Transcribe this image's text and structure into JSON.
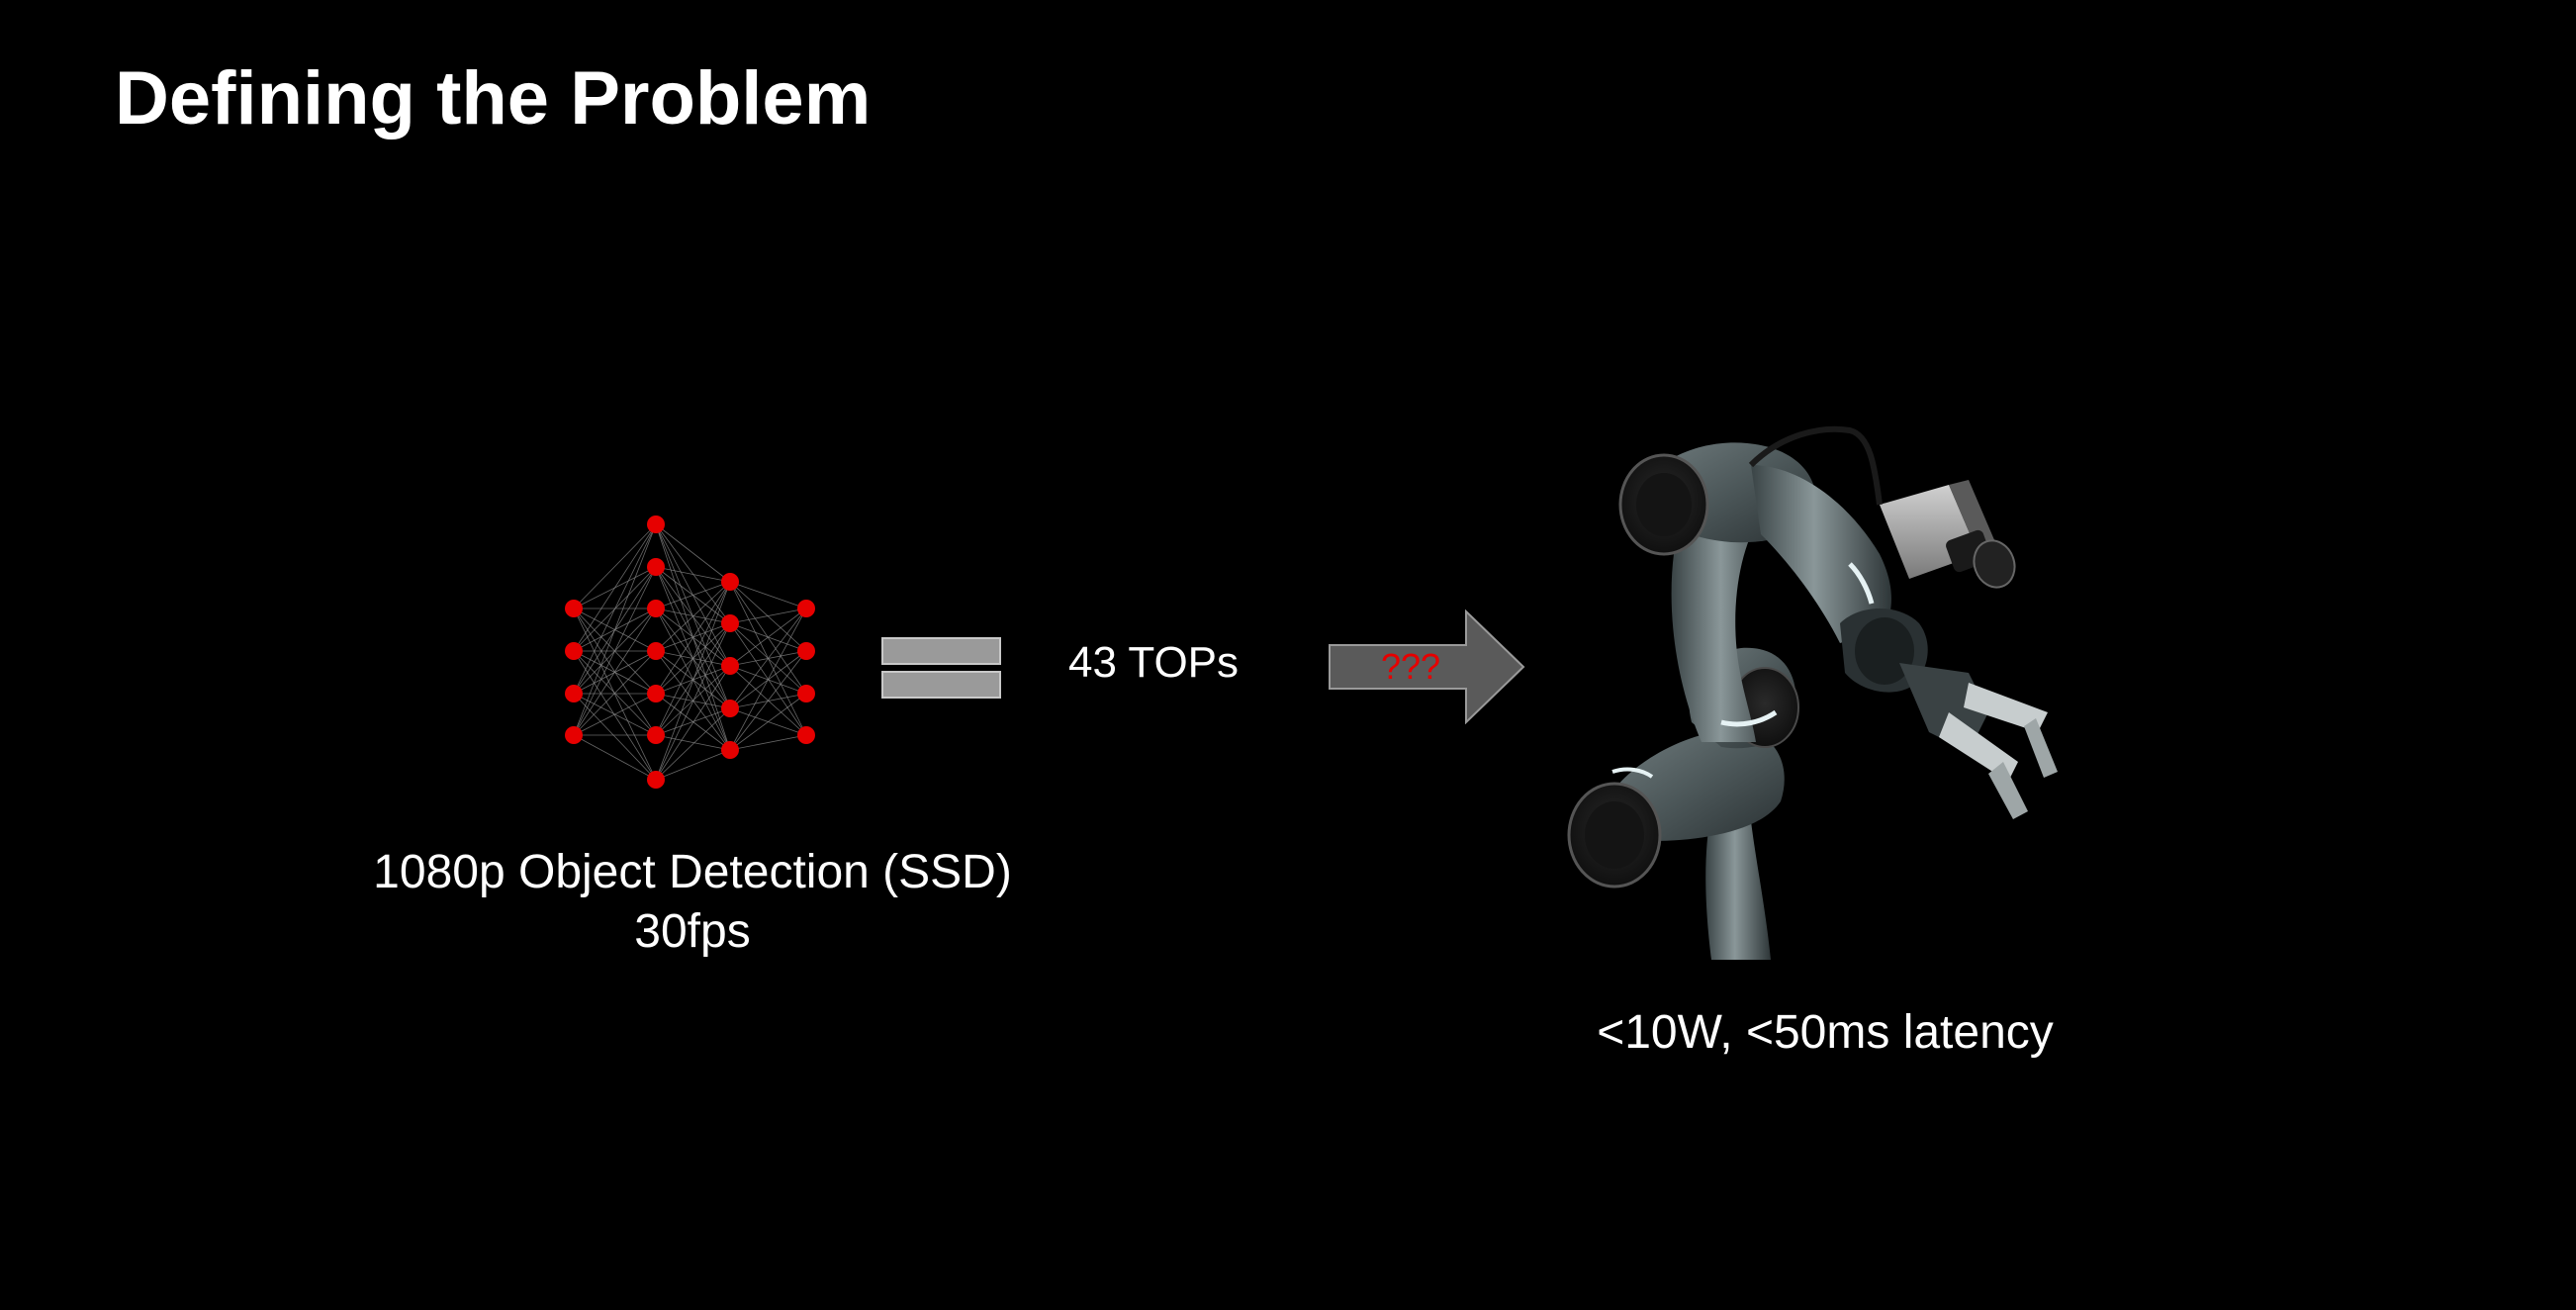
{
  "slide": {
    "title": "Defining the Problem"
  },
  "workload": {
    "line1": "1080p Object Detection (SSD)",
    "line2": "30fps",
    "icon": "neural-network-icon"
  },
  "compute": {
    "label": "43 TOPs",
    "equals_icon": "equals-icon"
  },
  "arrow": {
    "label": "???",
    "icon": "right-arrow-icon"
  },
  "target": {
    "constraints": "<10W, <50ms latency",
    "image": "robot-arm-with-camera"
  },
  "colors": {
    "background": "#000000",
    "text": "#ffffff",
    "node": "#e60000",
    "arrow_fill": "#5a5a5a",
    "question_marks": "#e60000"
  }
}
